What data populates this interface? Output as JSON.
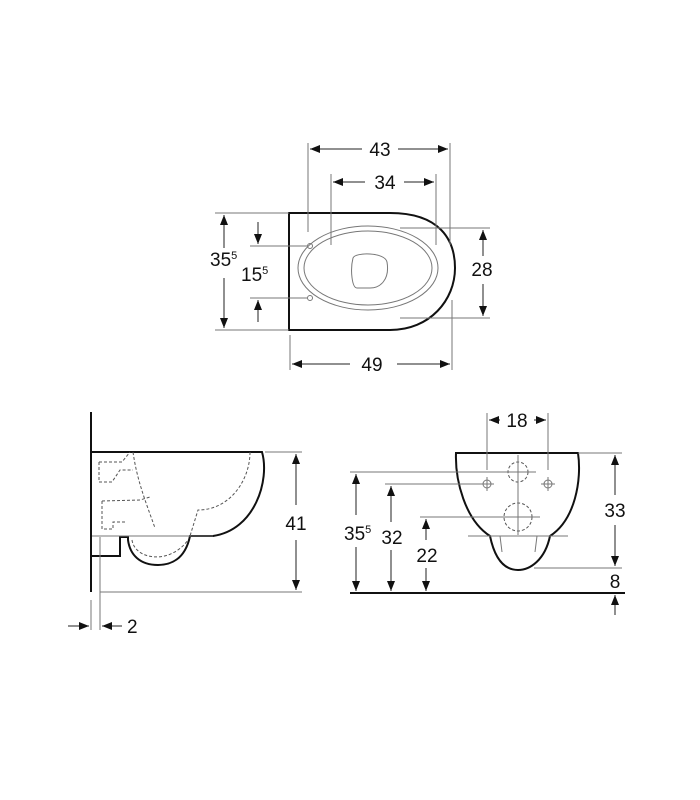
{
  "drawing": {
    "subject": "Wall-hung WC technical dimension drawing",
    "background": "#ffffff",
    "line_color": "#111111",
    "views": {
      "top": {
        "dimensions": {
          "overall_width_outer": "43",
          "inner_width": "34",
          "seat_opening_depth": "28",
          "total_length": "49",
          "width_main": "35",
          "width_main_sup": "5",
          "fixing_spacing": "15",
          "fixing_spacing_sup": "5"
        }
      },
      "side": {
        "dimensions": {
          "height": "41",
          "wall_gap": "2"
        }
      },
      "rear": {
        "dimensions": {
          "fixing_bolt_spacing": "18",
          "height_body": "33",
          "bottom_clearance": "8",
          "waste_center_height_main": "35",
          "waste_center_height_sup": "5",
          "bolt_height": "32",
          "water_inlet_height": "22"
        }
      }
    }
  }
}
